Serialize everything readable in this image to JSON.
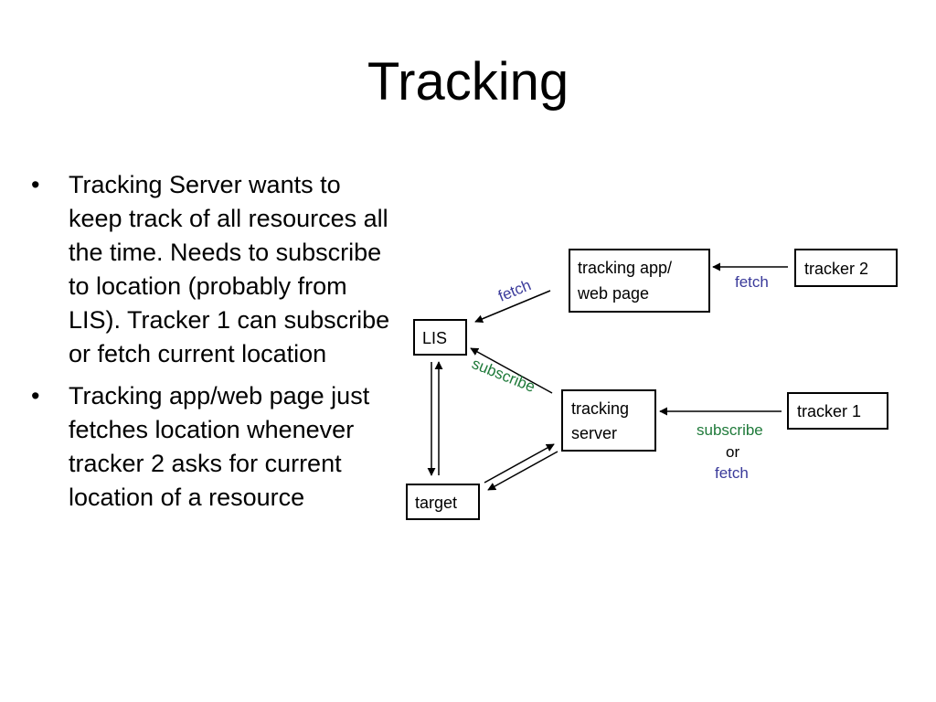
{
  "slide": {
    "title": "Tracking",
    "bullets": [
      "Tracking Server wants to keep track of all resources all the time. Needs to subscribe to location (probably from LIS).  Tracker 1 can subscribe or fetch current location",
      "Tracking app/web page just fetches location whenever tracker 2 asks for current location of a resource"
    ],
    "bullet_glyph": "•"
  },
  "diagram": {
    "nodes": {
      "lis": "LIS",
      "tracking_app_line1": "tracking app/",
      "tracking_app_line2": "web page",
      "tracker2": "tracker 2",
      "tracking_server_line1": "tracking",
      "tracking_server_line2": "server",
      "tracker1": "tracker 1",
      "target": "target"
    },
    "edge_labels": {
      "fetch_app_to_lis": "fetch",
      "fetch_tracker2_to_app": "fetch",
      "subscribe_server_to_lis": "subscribe",
      "subscribe_tracker1": "subscribe",
      "or_tracker1": "or",
      "fetch_tracker1": "fetch"
    },
    "colors": {
      "fetch": "#3a3a9a",
      "subscribe": "#1f7a3a",
      "text": "#000000"
    }
  }
}
